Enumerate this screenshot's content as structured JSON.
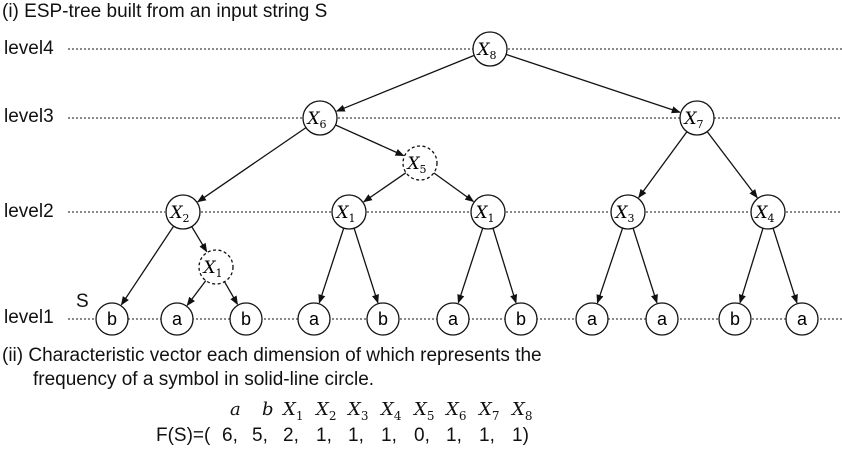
{
  "caption_i": "(i) ESP-tree built from an input string S",
  "caption_ii_line1": "(ii) Characteristic vector each dimension of which represents the",
  "caption_ii_line2": "frequency of a symbol in solid-line circle.",
  "levels": [
    "level4",
    "level3",
    "level2",
    "level1"
  ],
  "string_label": "S",
  "nodes": [
    {
      "id": "X8a",
      "label": "X",
      "sub": "8",
      "dashed": false
    },
    {
      "id": "X6a",
      "label": "X",
      "sub": "6",
      "dashed": false
    },
    {
      "id": "X7a",
      "label": "X",
      "sub": "7",
      "dashed": false
    },
    {
      "id": "X5a",
      "label": "X",
      "sub": "5",
      "dashed": true
    },
    {
      "id": "X2a",
      "label": "X",
      "sub": "2",
      "dashed": false
    },
    {
      "id": "X1a",
      "label": "X",
      "sub": "1",
      "dashed": false
    },
    {
      "id": "X1b",
      "label": "X",
      "sub": "1",
      "dashed": false
    },
    {
      "id": "X3a",
      "label": "X",
      "sub": "3",
      "dashed": false
    },
    {
      "id": "X4a",
      "label": "X",
      "sub": "4",
      "dashed": false
    },
    {
      "id": "X1c",
      "label": "X",
      "sub": "1",
      "dashed": true
    },
    {
      "id": "L1",
      "label": "b",
      "sub": "",
      "dashed": false
    },
    {
      "id": "L2",
      "label": "a",
      "sub": "",
      "dashed": false
    },
    {
      "id": "L3",
      "label": "b",
      "sub": "",
      "dashed": false
    },
    {
      "id": "L4",
      "label": "a",
      "sub": "",
      "dashed": false
    },
    {
      "id": "L5",
      "label": "b",
      "sub": "",
      "dashed": false
    },
    {
      "id": "L6",
      "label": "a",
      "sub": "",
      "dashed": false
    },
    {
      "id": "L7",
      "label": "b",
      "sub": "",
      "dashed": false
    },
    {
      "id": "L8",
      "label": "a",
      "sub": "",
      "dashed": false
    },
    {
      "id": "L9",
      "label": "a",
      "sub": "",
      "dashed": false
    },
    {
      "id": "L10",
      "label": "b",
      "sub": "",
      "dashed": false
    },
    {
      "id": "L11",
      "label": "a",
      "sub": "",
      "dashed": false
    }
  ],
  "edges": [
    [
      "X8a",
      "X6a"
    ],
    [
      "X8a",
      "X7a"
    ],
    [
      "X6a",
      "X2a"
    ],
    [
      "X6a",
      "X5a"
    ],
    [
      "X5a",
      "X1a"
    ],
    [
      "X5a",
      "X1b"
    ],
    [
      "X7a",
      "X3a"
    ],
    [
      "X7a",
      "X4a"
    ],
    [
      "X2a",
      "L1"
    ],
    [
      "X2a",
      "X1c"
    ],
    [
      "X1c",
      "L2"
    ],
    [
      "X1c",
      "L3"
    ],
    [
      "X1a",
      "L4"
    ],
    [
      "X1a",
      "L5"
    ],
    [
      "X1b",
      "L6"
    ],
    [
      "X1b",
      "L7"
    ],
    [
      "X3a",
      "L8"
    ],
    [
      "X3a",
      "L9"
    ],
    [
      "X4a",
      "L10"
    ],
    [
      "X4a",
      "L11"
    ]
  ],
  "vector": {
    "prefix": "F(S)=(",
    "symbols": [
      {
        "label": "a",
        "sub": ""
      },
      {
        "label": "b",
        "sub": ""
      },
      {
        "label": "X",
        "sub": "1"
      },
      {
        "label": "X",
        "sub": "2"
      },
      {
        "label": "X",
        "sub": "3"
      },
      {
        "label": "X",
        "sub": "4"
      },
      {
        "label": "X",
        "sub": "5"
      },
      {
        "label": "X",
        "sub": "6"
      },
      {
        "label": "X",
        "sub": "7"
      },
      {
        "label": "X",
        "sub": "8"
      }
    ],
    "values": [
      "6,",
      "5,",
      "2,",
      "1,",
      "1,",
      "1,",
      "0,",
      "1,",
      "1,",
      "1)"
    ]
  }
}
